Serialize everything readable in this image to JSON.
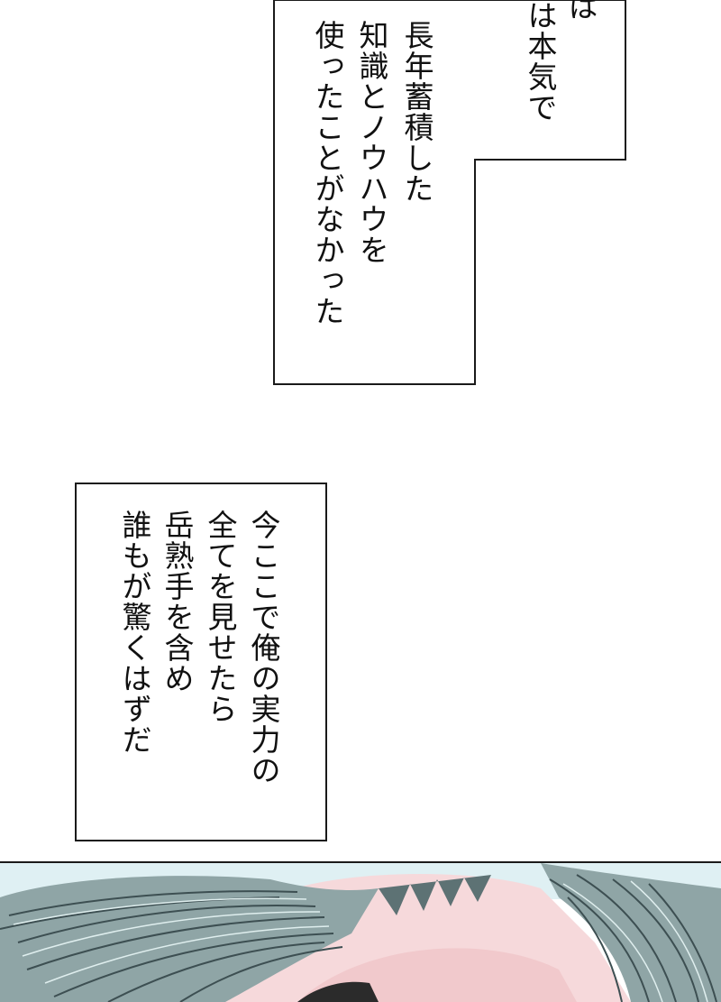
{
  "top_box": {
    "lines": [
      "は本気で",
      "長年蓄積した",
      "知識とノウハウを",
      "使ったことがなかった"
    ],
    "top_fragment": "は"
  },
  "mid_box": {
    "lines": [
      "今ここで俺の実力の",
      "全てを見せたら",
      "岳熟手を含め",
      "誰もが驚くはずだ"
    ]
  },
  "colors": {
    "ink": "#111111",
    "border": "#1a1a1a",
    "hair": "#8fa5a6",
    "hair_dark": "#3d4f52",
    "skin": "#f6d9db",
    "sky": "#cfe8ee"
  }
}
